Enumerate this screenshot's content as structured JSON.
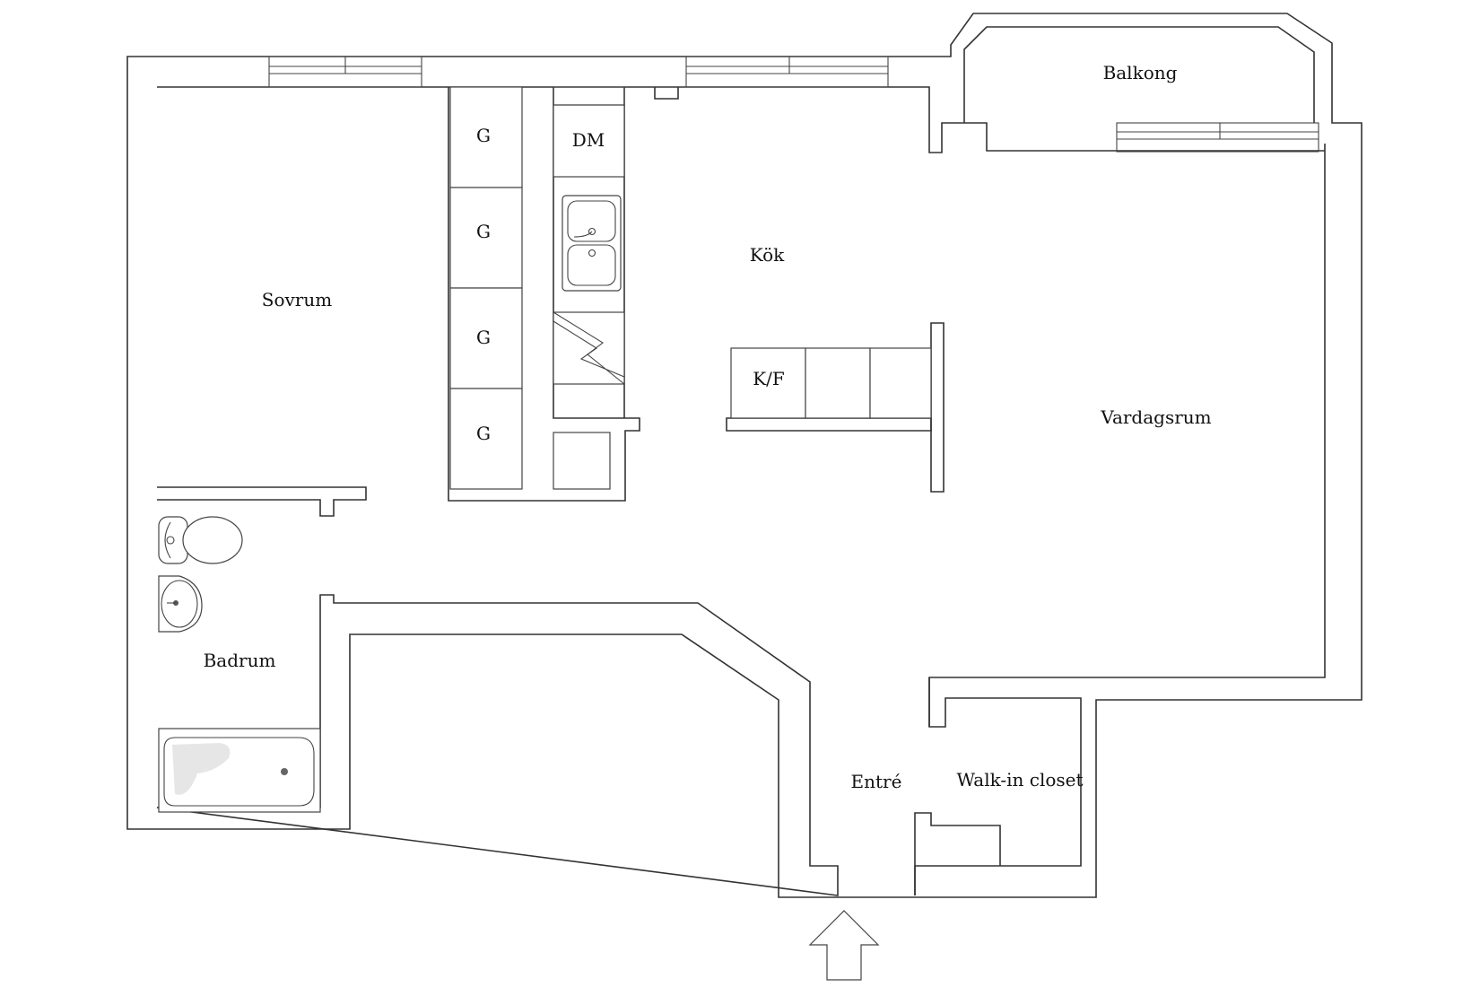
{
  "rooms": {
    "balcony": "Balkong",
    "bedroom": "Sovrum",
    "kitchen": "Kök",
    "living": "Vardagsrum",
    "bathroom": "Badrum",
    "entrance": "Entré",
    "closet": "Walk-in closet"
  },
  "fixtures": {
    "wardrobe_1": "G",
    "wardrobe_2": "G",
    "wardrobe_3": "G",
    "wardrobe_4": "G",
    "dishwasher": "DM",
    "fridge_freezer": "K/F"
  },
  "icons": {
    "entrance_arrow": "up-arrow-icon",
    "sink": "double-sink-icon",
    "stove": "stove-icon",
    "toilet": "toilet-icon",
    "basin": "washbasin-icon",
    "bathtub": "bathtub-icon"
  },
  "colors": {
    "wall": "#333333",
    "background": "#ffffff"
  }
}
